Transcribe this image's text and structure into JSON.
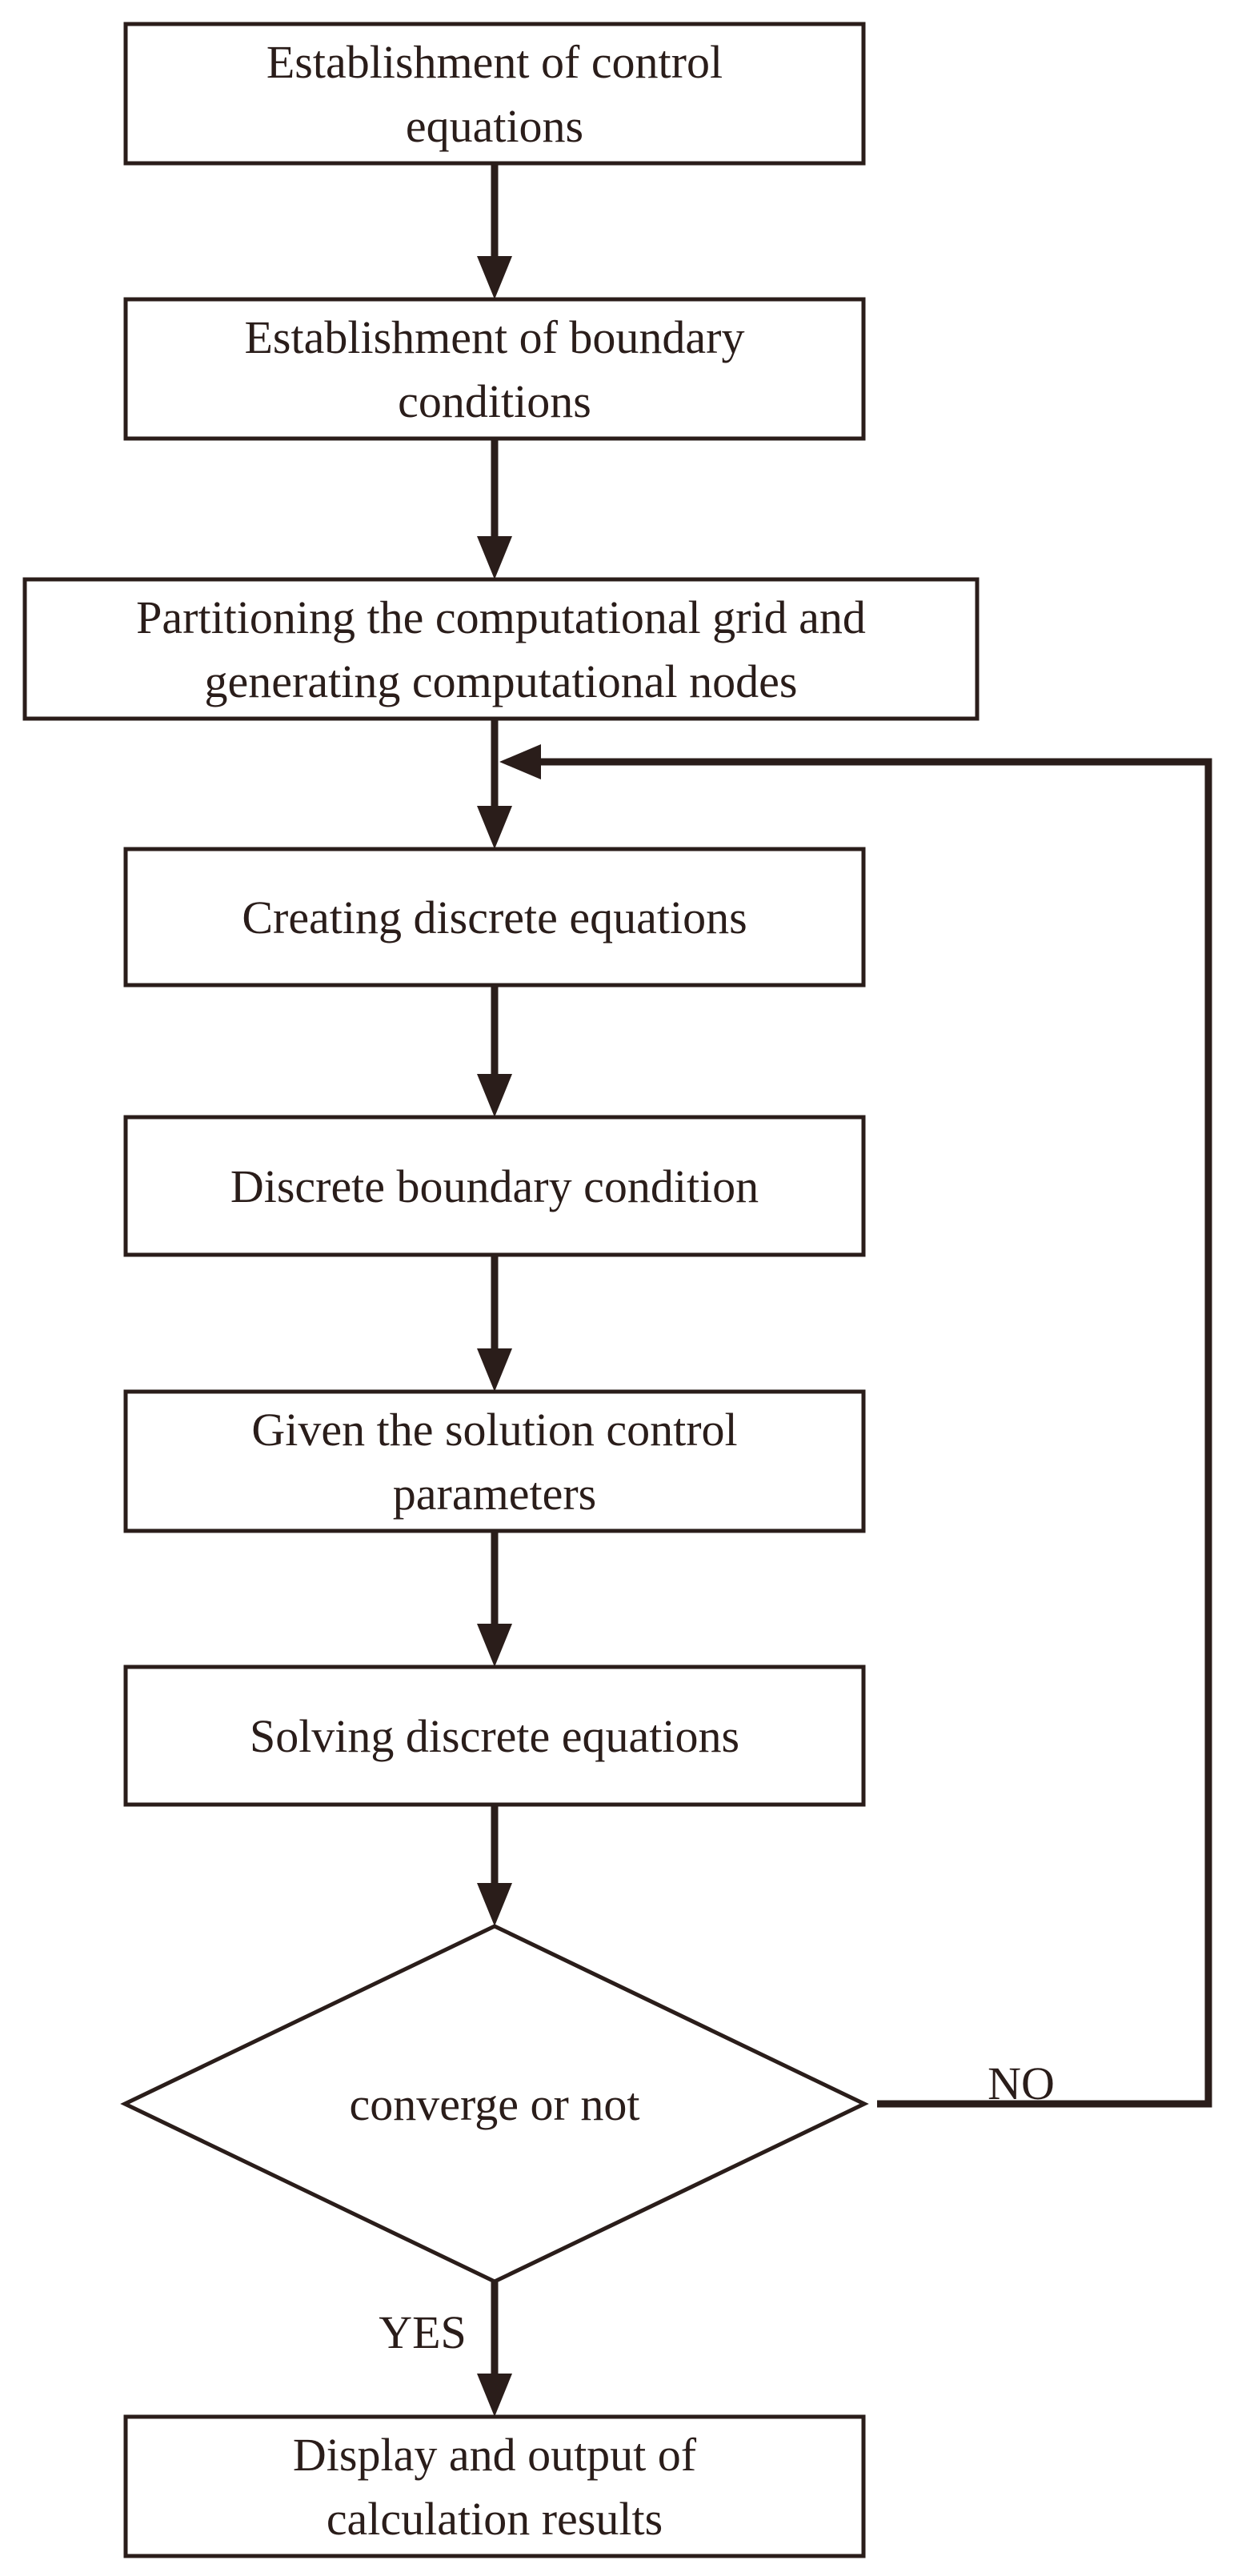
{
  "colors": {
    "stroke": "#2a1d1a",
    "text": "#2a1d1a",
    "background": "#ffffff"
  },
  "steps": [
    {
      "id": "step-control-equations",
      "lines": [
        "Establishment of control",
        "equations"
      ]
    },
    {
      "id": "step-boundary-conditions",
      "lines": [
        "Establishment of boundary",
        "conditions"
      ]
    },
    {
      "id": "step-grid-partition",
      "lines": [
        "Partitioning the computational grid and",
        "generating computational nodes"
      ]
    },
    {
      "id": "step-discrete-equations",
      "lines": [
        "Creating discrete equations"
      ]
    },
    {
      "id": "step-discrete-boundary",
      "lines": [
        "Discrete boundary condition"
      ]
    },
    {
      "id": "step-control-parameters",
      "lines": [
        "Given the solution control",
        "parameters"
      ]
    },
    {
      "id": "step-solve",
      "lines": [
        "Solving discrete equations"
      ]
    }
  ],
  "decision": {
    "lines": [
      "converge or not"
    ],
    "no_label": "NO",
    "yes_label": "YES"
  },
  "final_step": {
    "id": "step-output",
    "lines": [
      "Display and output of",
      "calculation results"
    ]
  }
}
